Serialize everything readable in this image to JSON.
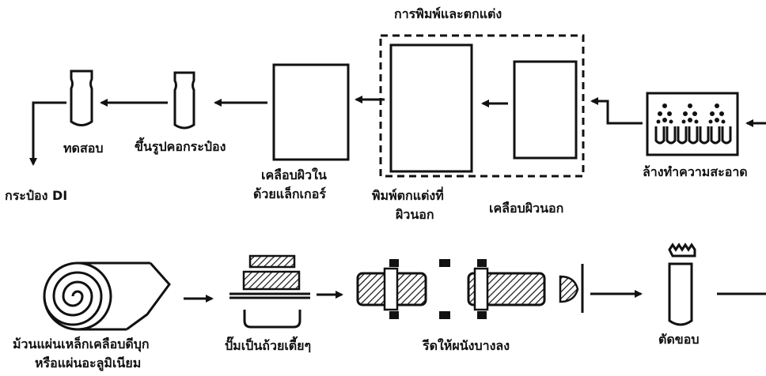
{
  "labels": {
    "printing_group": "การพิมพ์และตกแต่ง",
    "cleaning": "ล้างทำความสะอาด",
    "outer_coating": "เคลือบผิวนอก",
    "print_outer_1": "พิมพ์ตกแต่งที่",
    "print_outer_2": "ผิวนอก",
    "inner_lacquer_1": "เคลือบผิวใน",
    "inner_lacquer_2": "ด้วยแล็กเกอร์",
    "neck_forming": "ขึ้นรูปคอกระป๋อง",
    "testing": "ทดสอบ",
    "di_can": "กระป๋อง DI",
    "coil_1": "ม้วนแผ่นเหล็กเคลือบดีบุก",
    "coil_2": "หรือแผ่นอะลูมิเนียม",
    "cupping": "ปั๊มเป็นถ้วยเตี้ยๆ",
    "ironing": "รีดให้ผนังบางลง",
    "trimming": "ตัดขอบ"
  },
  "colors": {
    "ink": "#111111",
    "background": "#ffffff"
  }
}
